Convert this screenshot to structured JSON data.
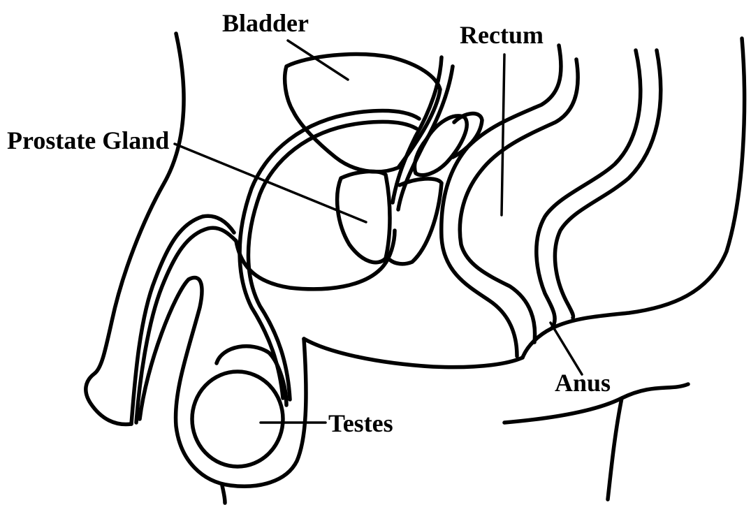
{
  "diagram": {
    "labels": {
      "bladder": "Bladder",
      "rectum": "Rectum",
      "prostate": "Prostate Gland",
      "anus": "Anus",
      "testes": "Testes"
    },
    "colors": {
      "ink": "#000000",
      "paper": "#ffffff"
    }
  }
}
